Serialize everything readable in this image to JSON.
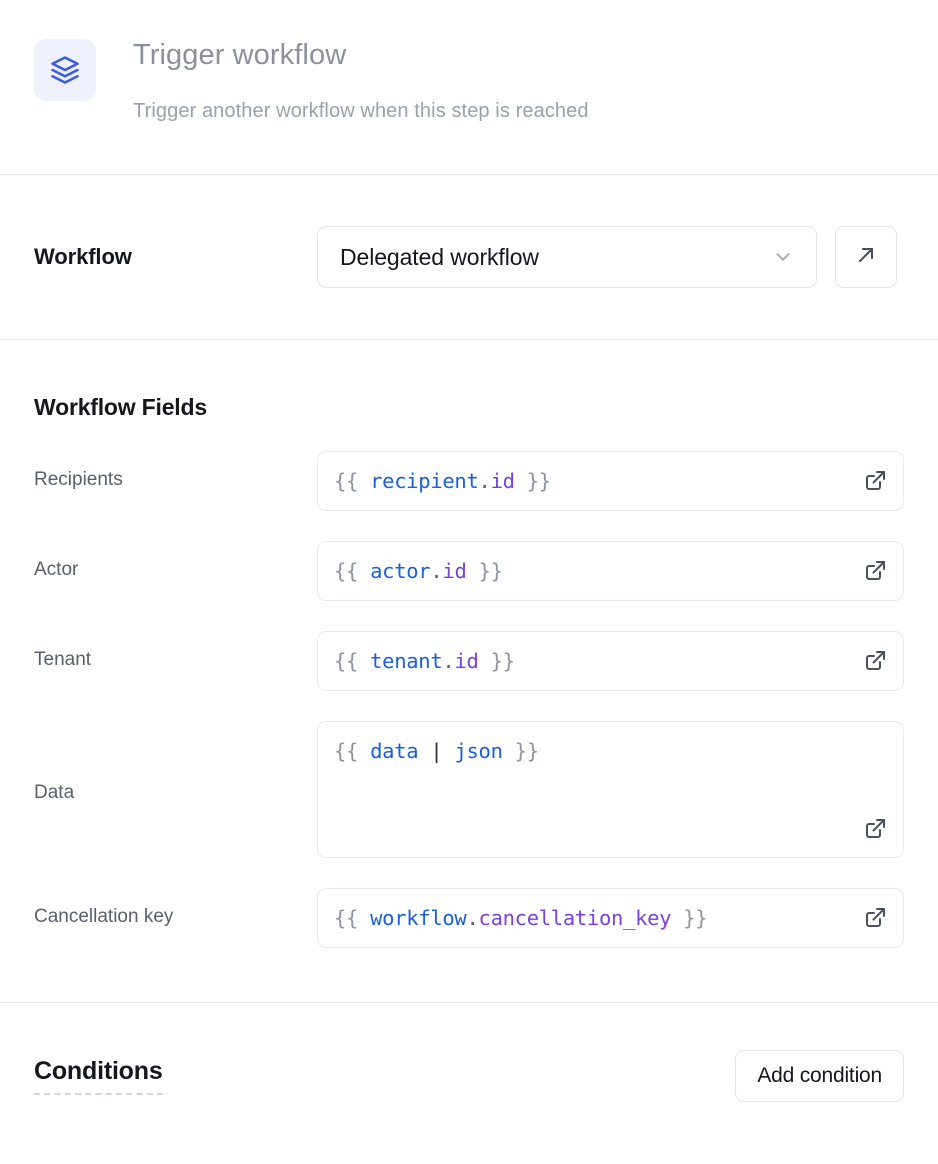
{
  "header": {
    "icon": "layers-icon",
    "title": "Trigger workflow",
    "subtitle": "Trigger another workflow when this step is reached",
    "icon_color": "#3b5bdb",
    "icon_bg": "#eef1fc"
  },
  "workflow_section": {
    "label": "Workflow",
    "selected_value": "Delegated workflow",
    "chevron_icon": "chevron-down-icon",
    "open_icon": "arrow-up-right-icon"
  },
  "fields_section": {
    "heading": "Workflow Fields",
    "fields": [
      {
        "label": "Recipients",
        "value": "{{ recipient.id }}",
        "multiline": false,
        "tokens": [
          {
            "t": "{{ ",
            "c": "brace"
          },
          {
            "t": "recipient",
            "c": "var"
          },
          {
            "t": ".",
            "c": "dot"
          },
          {
            "t": "id",
            "c": "prop"
          },
          {
            "t": " }}",
            "c": "brace"
          }
        ]
      },
      {
        "label": "Actor",
        "value": "{{ actor.id }}",
        "multiline": false,
        "tokens": [
          {
            "t": "{{ ",
            "c": "brace"
          },
          {
            "t": "actor",
            "c": "var"
          },
          {
            "t": ".",
            "c": "dot"
          },
          {
            "t": "id",
            "c": "prop"
          },
          {
            "t": " }}",
            "c": "brace"
          }
        ]
      },
      {
        "label": "Tenant",
        "value": "{{ tenant.id }}",
        "multiline": false,
        "tokens": [
          {
            "t": "{{ ",
            "c": "brace"
          },
          {
            "t": "tenant",
            "c": "var"
          },
          {
            "t": ".",
            "c": "dot"
          },
          {
            "t": "id",
            "c": "prop"
          },
          {
            "t": " }}",
            "c": "brace"
          }
        ]
      },
      {
        "label": "Data",
        "value": "{{ data | json }}",
        "multiline": true,
        "tokens": [
          {
            "t": "{{ ",
            "c": "brace"
          },
          {
            "t": "data",
            "c": "var"
          },
          {
            "t": " ",
            "c": "dot"
          },
          {
            "t": "|",
            "c": "pipe"
          },
          {
            "t": " ",
            "c": "dot"
          },
          {
            "t": "json",
            "c": "var"
          },
          {
            "t": " }}",
            "c": "brace"
          }
        ]
      },
      {
        "label": "Cancellation key",
        "value": "{{ workflow.cancellation_key }}",
        "multiline": false,
        "tokens": [
          {
            "t": "{{ ",
            "c": "brace"
          },
          {
            "t": "workflow",
            "c": "var"
          },
          {
            "t": ".",
            "c": "dot"
          },
          {
            "t": "cancellation_key",
            "c": "prop"
          },
          {
            "t": " }}",
            "c": "brace"
          }
        ]
      }
    ],
    "field_open_icon": "external-link-icon"
  },
  "conditions_section": {
    "title": "Conditions",
    "add_button_label": "Add condition"
  },
  "colors": {
    "accent_blue": "#1a5fe0",
    "accent_purple": "#7b3fe4",
    "border": "#e3e5ea",
    "divider": "#e7e8ef",
    "text_dark": "#15171c",
    "text_muted": "#5a5f6b",
    "header_gray": "#8c909c"
  }
}
